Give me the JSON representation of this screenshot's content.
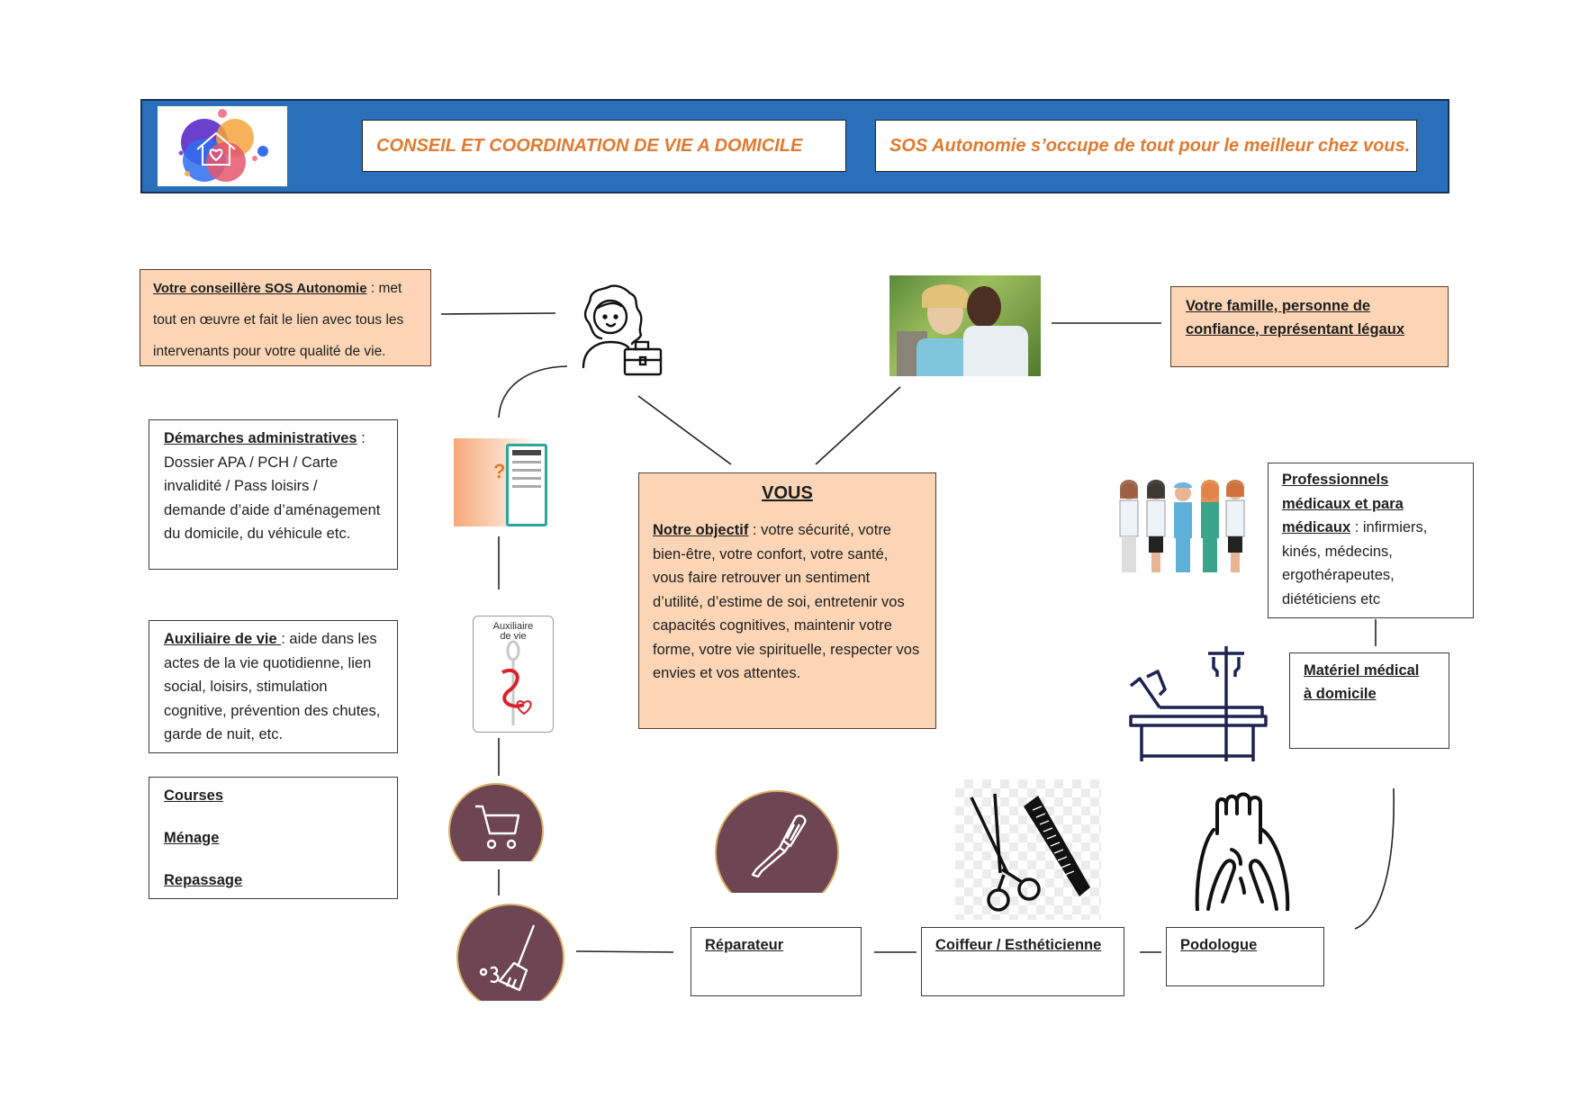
{
  "header": {
    "title": "CONSEIL ET COORDINATION DE VIE A DOMICILE",
    "tagline": "SOS Autonomie s’occupe de tout pour le meilleur chez vous.",
    "logo_icon": "house-heart-logo-icon"
  },
  "colors": {
    "header_blue": "#2a6fba",
    "title_orange": "#e07a2f",
    "peach": "#fbd5b5",
    "icon_brown": "#6e4552",
    "bed_navy": "#1d2252"
  },
  "conseillere": {
    "label": "Votre conseillère SOS Autonomie",
    "text": " : met tout en œuvre et fait le lien avec tous les intervenants pour votre qualité de vie."
  },
  "famille": {
    "label_line1": "Votre famille, personne de",
    "label_line2": "confiance, représentant légaux"
  },
  "demarches": {
    "label": "Démarches administratives",
    "text": " : Dossier APA / PCH / Carte invalidité / Pass loisirs / demande d’aide d’aménagement du domicile, du véhicule etc."
  },
  "auxiliaire": {
    "label": "Auxiliaire de vie ",
    "text": ": aide dans les actes de la vie quotidienne, lien social, loisirs, stimulation cognitive, prévention des chutes, garde de nuit, etc.",
    "badge_line1": "Auxiliaire",
    "badge_line2": "de vie"
  },
  "services": {
    "courses": "Courses",
    "menage": "Ménage",
    "repassage": "Repassage"
  },
  "vous": {
    "title": "VOUS",
    "label": "Notre objectif",
    "text": " : votre sécurité, votre bien-être, votre confort, votre santé, vous faire retrouver un sentiment d’utilité, d’estime de soi, entretenir vos capacités cognitives, maintenir votre forme, votre vie spirituelle, respecter vos envies et vos attentes."
  },
  "professionnels": {
    "label": "Professionnels médicaux et para médicaux",
    "text": " : infirmiers, kinés, médecins, ergothérapeutes, diététiciens etc"
  },
  "materiel": {
    "label_line1": "Matériel médical",
    "label_line2": "à domicile"
  },
  "bottom": {
    "reparateur": "Réparateur",
    "coiffeur": "Coiffeur / Esthéticienne",
    "podologue": "Podologue"
  }
}
